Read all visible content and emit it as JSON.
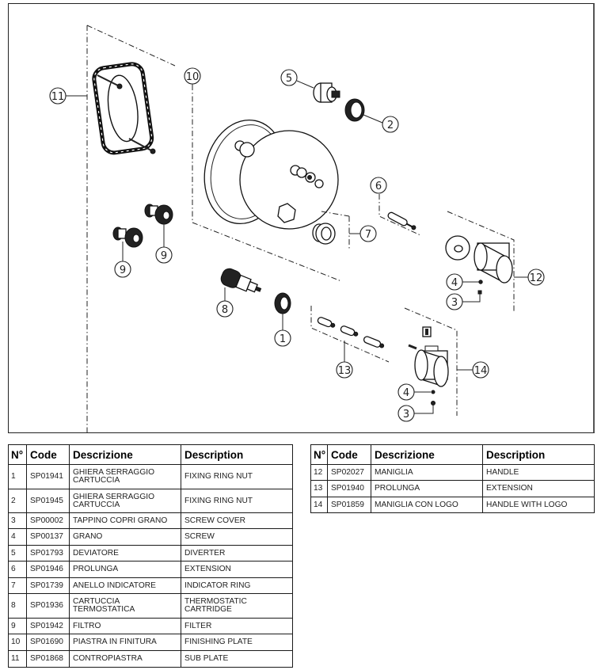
{
  "diagram": {
    "title": "Exploded view",
    "callouts": [
      {
        "id": "11",
        "label": "11"
      },
      {
        "id": "10",
        "label": "10"
      },
      {
        "id": "5",
        "label": "5"
      },
      {
        "id": "2",
        "label": "2"
      },
      {
        "id": "6",
        "label": "6"
      },
      {
        "id": "7",
        "label": "7"
      },
      {
        "id": "9a",
        "label": "9"
      },
      {
        "id": "9b",
        "label": "9"
      },
      {
        "id": "8",
        "label": "8"
      },
      {
        "id": "1",
        "label": "1"
      },
      {
        "id": "12",
        "label": "12"
      },
      {
        "id": "4a",
        "label": "4"
      },
      {
        "id": "3a",
        "label": "3"
      },
      {
        "id": "13",
        "label": "13"
      },
      {
        "id": "14",
        "label": "14"
      },
      {
        "id": "4b",
        "label": "4"
      },
      {
        "id": "3b",
        "label": "3"
      }
    ]
  },
  "tables": {
    "headers": {
      "num": "N°",
      "code": "Code",
      "it": "Descrizione",
      "en": "Description"
    },
    "left": [
      {
        "num": "1",
        "code": "SP01941",
        "it": "GHIERA SERRAGGIO CARTUCCIA",
        "en": "FIXING RING NUT"
      },
      {
        "num": "2",
        "code": "SP01945",
        "it": "GHIERA SERRAGGIO CARTUCCIA",
        "en": "FIXING RING NUT"
      },
      {
        "num": "3",
        "code": "SP00002",
        "it": "TAPPINO COPRI GRANO",
        "en": "SCREW COVER"
      },
      {
        "num": "4",
        "code": "SP00137",
        "it": "GRANO",
        "en": "SCREW"
      },
      {
        "num": "5",
        "code": "SP01793",
        "it": "DEVIATORE",
        "en": "DIVERTER"
      },
      {
        "num": "6",
        "code": "SP01946",
        "it": "PROLUNGA",
        "en": "EXTENSION"
      },
      {
        "num": "7",
        "code": "SP01739",
        "it": "ANELLO INDICATORE",
        "en": "INDICATOR RING"
      },
      {
        "num": "8",
        "code": "SP01936",
        "it": "CARTUCCIA TERMOSTATICA",
        "en": "THERMOSTATIC CARTRIDGE"
      },
      {
        "num": "9",
        "code": "SP01942",
        "it": "FILTRO",
        "en": "FILTER"
      },
      {
        "num": "10",
        "code": "SP01690",
        "it": "PIASTRA IN FINITURA",
        "en": "FINISHING PLATE"
      },
      {
        "num": "11",
        "code": "SP01868",
        "it": "CONTROPIASTRA",
        "en": "SUB PLATE"
      }
    ],
    "right": [
      {
        "num": "12",
        "code": "SP02027",
        "it": "MANIGLIA",
        "en": "HANDLE"
      },
      {
        "num": "13",
        "code": "SP01940",
        "it": "PROLUNGA",
        "en": "EXTENSION"
      },
      {
        "num": "14",
        "code": "SP01859",
        "it": "MANIGLIA CON LOGO",
        "en": "HANDLE WITH LOGO"
      }
    ]
  }
}
